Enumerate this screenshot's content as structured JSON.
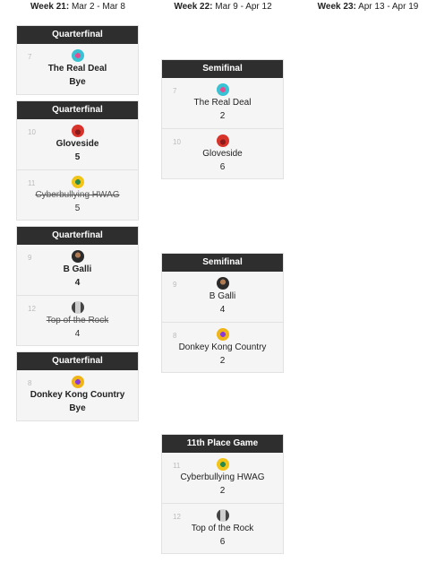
{
  "weeks": [
    {
      "label": "Week 21:",
      "range": "Mar 2 - Mar 8"
    },
    {
      "label": "Week 22:",
      "range": "Mar 9 - Apr 12"
    },
    {
      "label": "Week 23:",
      "range": "Apr 13 - Apr 19"
    }
  ],
  "matchups": [
    {
      "title": "Quarterfinal",
      "teams": [
        {
          "seed": "7",
          "name": "The Real Deal",
          "score": "Bye",
          "avatar": "the-real-deal-avatar"
        }
      ]
    },
    {
      "title": "Quarterfinal",
      "teams": [
        {
          "seed": "10",
          "name": "Gloveside",
          "score": "5",
          "avatar": "gloveside-avatar"
        },
        {
          "seed": "11",
          "name": "Cyberbullying HWAG",
          "score": "5",
          "avatar": "cyberbullying-hwag-avatar"
        }
      ]
    },
    {
      "title": "Quarterfinal",
      "teams": [
        {
          "seed": "9",
          "name": "B Galli",
          "score": "4",
          "avatar": "b-galli-avatar"
        },
        {
          "seed": "12",
          "name": "Top of the Rock",
          "score": "4",
          "avatar": "top-of-the-rock-avatar"
        }
      ]
    },
    {
      "title": "Quarterfinal",
      "teams": [
        {
          "seed": "8",
          "name": "Donkey Kong Country",
          "score": "Bye",
          "avatar": "donkey-kong-country-avatar"
        }
      ]
    },
    {
      "title": "Semifinal",
      "teams": [
        {
          "seed": "7",
          "name": "The Real Deal",
          "score": "2",
          "avatar": "the-real-deal-avatar"
        },
        {
          "seed": "10",
          "name": "Gloveside",
          "score": "6",
          "avatar": "gloveside-avatar"
        }
      ]
    },
    {
      "title": "Semifinal",
      "teams": [
        {
          "seed": "9",
          "name": "B Galli",
          "score": "4",
          "avatar": "b-galli-avatar"
        },
        {
          "seed": "8",
          "name": "Donkey Kong Country",
          "score": "2",
          "avatar": "donkey-kong-country-avatar"
        }
      ]
    },
    {
      "title": "11th Place Game",
      "teams": [
        {
          "seed": "11",
          "name": "Cyberbullying HWAG",
          "score": "2",
          "avatar": "cyberbullying-hwag-avatar"
        },
        {
          "seed": "12",
          "name": "Top of the Rock",
          "score": "6",
          "avatar": "top-of-the-rock-avatar"
        }
      ]
    }
  ]
}
